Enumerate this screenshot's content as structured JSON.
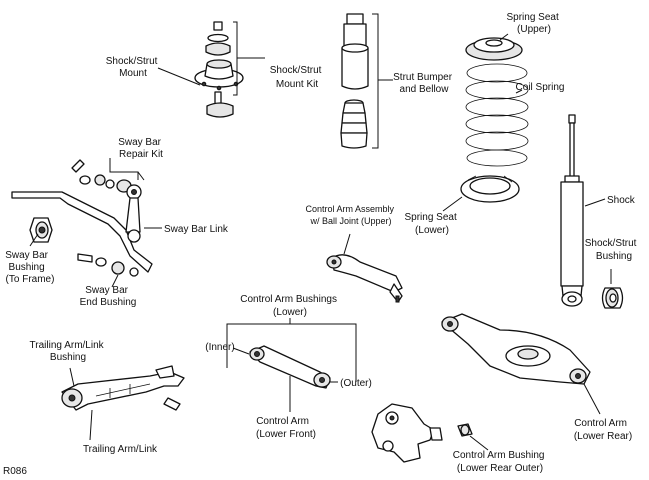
{
  "diagram": {
    "code": "R086",
    "labels": {
      "shock_strut_mount": [
        "Shock/Strut",
        "Mount"
      ],
      "shock_strut_mount_kit": [
        "Shock/Strut",
        "Mount Kit"
      ],
      "strut_bumper_bellow": [
        "Strut Bumper",
        "and Bellow"
      ],
      "spring_seat_upper": [
        "Spring Seat",
        "(Upper)"
      ],
      "coil_spring": [
        "Coil Spring"
      ],
      "sway_bar_repair_kit": [
        "Sway Bar",
        "Repair Kit"
      ],
      "sway_bar_link": [
        "Sway Bar Link"
      ],
      "sway_bar_bushing": [
        "Sway Bar",
        "Bushing",
        "(To Frame)"
      ],
      "sway_bar_end_bushing": [
        "Sway Bar",
        "End Bushing"
      ],
      "control_arm_assembly_upper": [
        "Control Arm Assembly",
        "w/ Ball Joint (Upper)"
      ],
      "spring_seat_lower": [
        "Spring Seat",
        "(Lower)"
      ],
      "shock": [
        "Shock"
      ],
      "shock_strut_bushing": [
        "Shock/Strut",
        "Bushing"
      ],
      "control_arm_bushings_lower": [
        "Control Arm Bushings",
        "(Lower)"
      ],
      "inner": [
        "(Inner)"
      ],
      "outer": [
        "(Outer)"
      ],
      "trailing_arm_link_bushing": [
        "Trailing Arm/Link",
        "Bushing"
      ],
      "trailing_arm_link": [
        "Trailing Arm/Link"
      ],
      "control_arm_lower_front": [
        "Control Arm",
        "(Lower Front)"
      ],
      "control_arm_lower_rear": [
        "Control Arm",
        "(Lower Rear)"
      ],
      "control_arm_bushing_lower_rear_outer": [
        "Control Arm Bushing",
        "(Lower Rear Outer)"
      ]
    }
  }
}
